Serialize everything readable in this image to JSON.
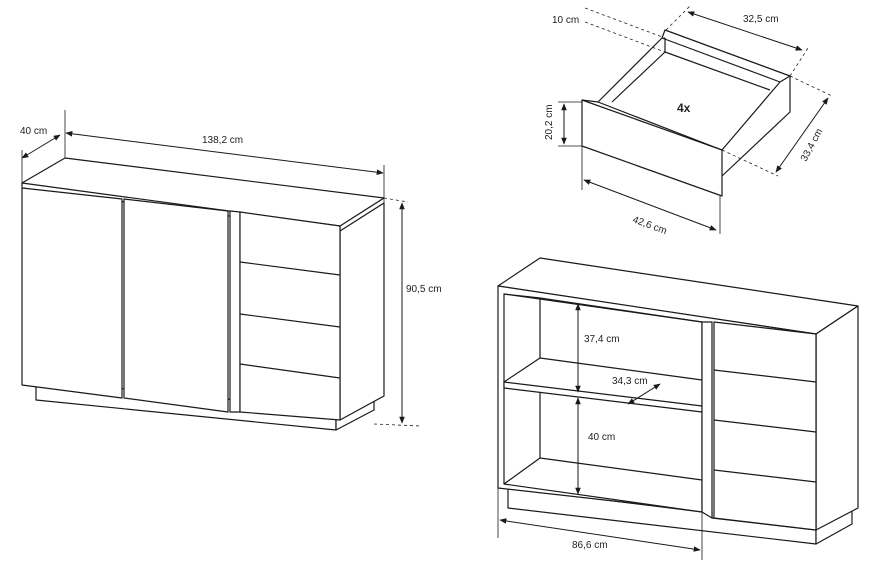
{
  "dimensions": {
    "cabinet_depth": "40 cm",
    "cabinet_width": "138,2 cm",
    "cabinet_height": "90,5 cm",
    "drawer_height_top": "10 cm",
    "drawer_inner_width": "32,5 cm",
    "drawer_front_height": "20,2 cm",
    "drawer_depth": "33,4 cm",
    "drawer_front_width": "42,6 cm",
    "drawer_count": "4x",
    "shelf_upper_height": "37,4 cm",
    "shelf_depth": "34,3 cm",
    "shelf_lower_height": "40 cm",
    "open_section_width": "86,6 cm"
  },
  "colors": {
    "line": "#1a1a1a",
    "background": "#ffffff"
  }
}
